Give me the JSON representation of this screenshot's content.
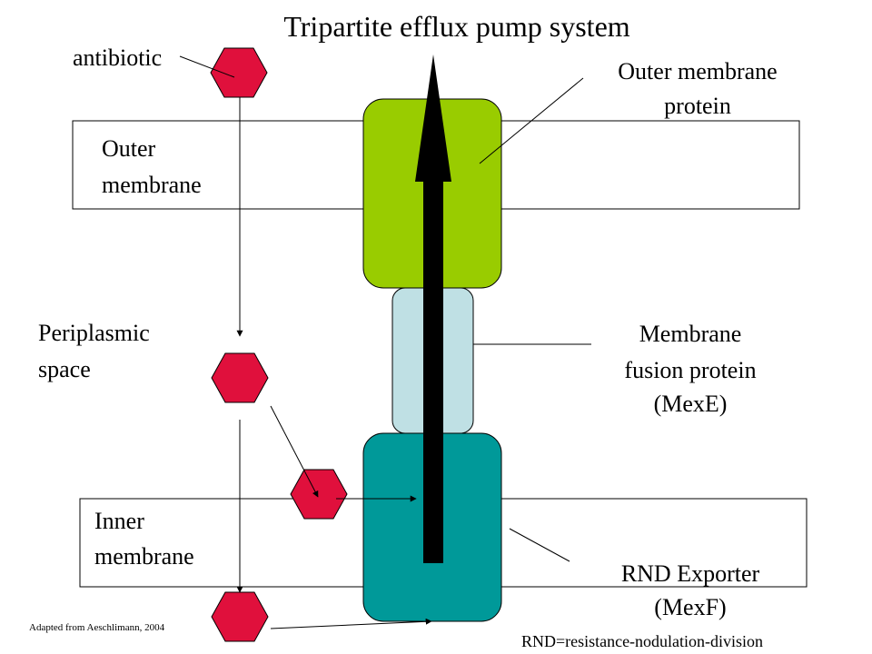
{
  "title": "Tripartite efflux pump system",
  "labels": {
    "antibiotic": "antibiotic",
    "outer_membrane": [
      "Outer",
      "membrane"
    ],
    "periplasmic_space": [
      "Periplasmic",
      "space"
    ],
    "inner_membrane": [
      "Inner",
      "membrane"
    ],
    "outer_membrane_protein": [
      "Outer membrane",
      "protein"
    ],
    "membrane_fusion_protein": [
      "Membrane",
      "fusion protein",
      "(MexE)"
    ],
    "rnd_exporter": [
      "RND Exporter",
      "(MexF)"
    ]
  },
  "citation": "Adapted from Aeschlimann, 2004",
  "footnote": "RND=resistance-nodulation-division",
  "colors": {
    "antibiotic": "#e0103c",
    "outer_membrane_protein": "#99cc00",
    "membrane_fusion_protein": "#bfe0e4",
    "rnd_exporter": "#009999",
    "efflux_arrow": "#000000"
  }
}
